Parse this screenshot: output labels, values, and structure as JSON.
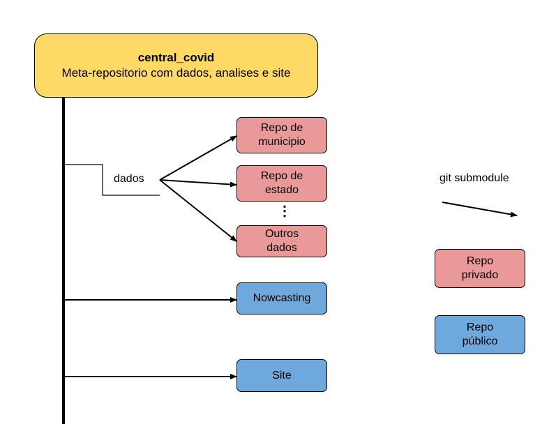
{
  "colors": {
    "root_fill": "#ffd966",
    "private_fill": "#ea9999",
    "public_fill": "#6fa8dc",
    "line": "#000000"
  },
  "root": {
    "title": "central_covid",
    "subtitle": "Meta-repositorio com dados, analises e site"
  },
  "dados_label": "dados",
  "nodes": {
    "municipio": {
      "line1": "Repo de",
      "line2": "municipio"
    },
    "estado": {
      "line1": "Repo de",
      "line2": "estado"
    },
    "ellipsis": "⋮",
    "outros": {
      "line1": "Outros",
      "line2": "dados"
    },
    "nowcasting": {
      "label": "Nowcasting"
    },
    "site": {
      "label": "Site"
    }
  },
  "legend": {
    "submodule_label": "git submodule",
    "private": {
      "line1": "Repo",
      "line2": "privado"
    },
    "public": {
      "line1": "Repo",
      "line2": "público"
    }
  }
}
